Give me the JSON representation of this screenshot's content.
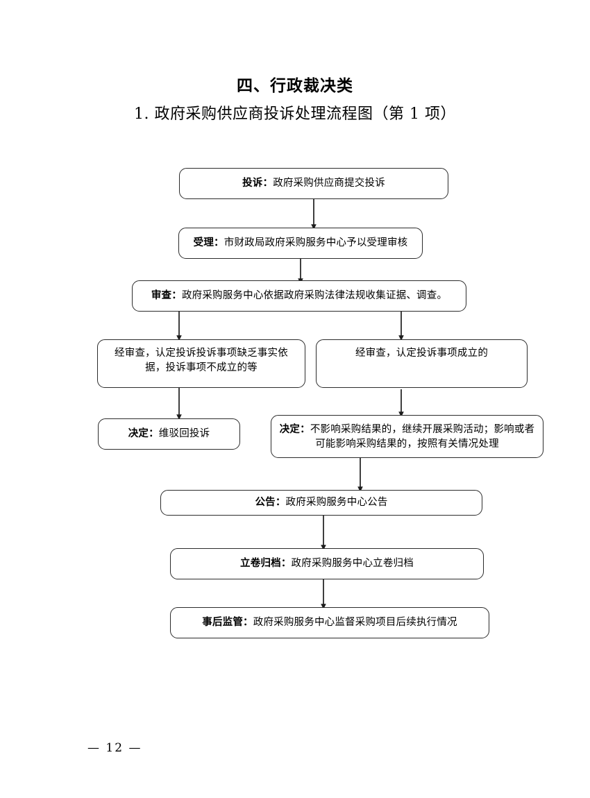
{
  "document": {
    "title": "四、行政裁决类",
    "subtitle": "1. 政府采购供应商投诉处理流程图（第 1 项）",
    "page_number": "— 12 —"
  },
  "flowchart": {
    "type": "flowchart",
    "orientation": "top-to-bottom",
    "nodes": [
      {
        "id": "complaint",
        "prefix": "投诉：",
        "text": "政府采购供应商提交投诉",
        "full_text": "投诉：政府采购供应商提交投诉"
      },
      {
        "id": "acceptance",
        "prefix": "受理：",
        "text": "市财政局政府采购服务中心予以受理审核",
        "full_text": "受理：市财政局政府采购服务中心予以受理审核"
      },
      {
        "id": "review",
        "prefix": "审查：",
        "text": "政府采购服务中心依据政府采购法律法规收集证据、调查。",
        "full_text": "审查：政府采购服务中心依据政府采购法律法规收集证据、调查。"
      },
      {
        "id": "branch-unfounded",
        "prefix": "",
        "text": "经审查，认定投诉投诉事项缺乏事实依据，投诉事项不成立的等",
        "full_text": "经审查，认定投诉投诉事项缺乏事实依据，投诉事项不成立的等"
      },
      {
        "id": "branch-founded",
        "prefix": "",
        "text": "经审查，认定投诉事项成立的",
        "full_text": "经审查，认定投诉事项成立的"
      },
      {
        "id": "decision-reject",
        "prefix": "决定：",
        "text": "维驳回投诉",
        "full_text": "决定：维驳回投诉"
      },
      {
        "id": "decision-handle",
        "prefix": "决定：",
        "text": "不影响采购结果的，继续开展采购活动；影响或者可能影响采购结果的，按照有关情况处理",
        "full_text": "决定：不影响采购结果的，继续开展采购活动；影响或者可能影响采购结果的，按照有关情况处理"
      },
      {
        "id": "announcement",
        "prefix": "公告：",
        "text": "政府采购服务中心公告",
        "full_text": "公告：政府采购服务中心公告"
      },
      {
        "id": "archiving",
        "prefix": "立卷归档：",
        "text": "政府采购服务中心立卷归档",
        "full_text": "立卷归档：政府采购服务中心立卷归档"
      },
      {
        "id": "supervision",
        "prefix": "事后监管：",
        "text": "政府采购服务中心监督采购项目后续执行情况",
        "full_text": "事后监管：政府采购服务中心监督采购项目后续执行情况"
      }
    ],
    "edges": [
      {
        "from": "complaint",
        "to": "acceptance"
      },
      {
        "from": "acceptance",
        "to": "review"
      },
      {
        "from": "review",
        "to": "branch-unfounded"
      },
      {
        "from": "review",
        "to": "branch-founded"
      },
      {
        "from": "branch-unfounded",
        "to": "decision-reject"
      },
      {
        "from": "branch-founded",
        "to": "decision-handle"
      },
      {
        "from": "decision-handle",
        "to": "announcement"
      },
      {
        "from": "announcement",
        "to": "archiving"
      },
      {
        "from": "archiving",
        "to": "supervision"
      }
    ]
  },
  "style": {
    "line_color": "#2b2b2b",
    "box_fill": "#ffffff",
    "text_color": "#000000"
  }
}
